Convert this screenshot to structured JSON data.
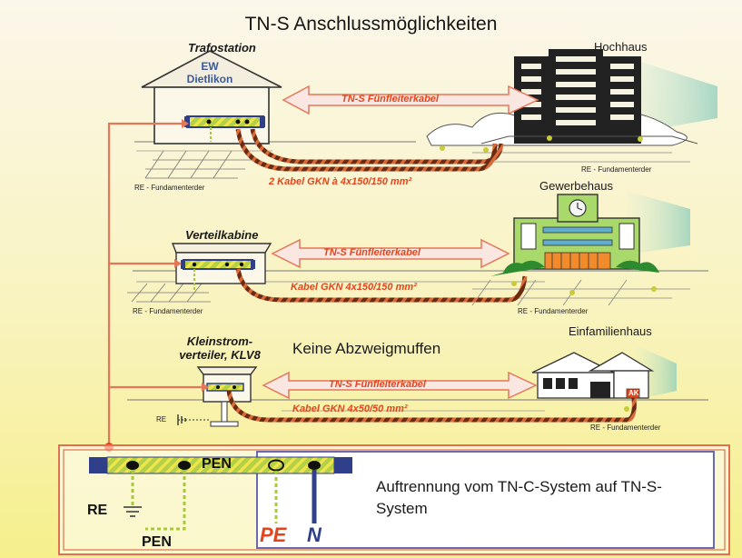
{
  "title": "TN-S Anschlussmöglichkeiten",
  "top": {
    "source_label": "Trafostation",
    "source_sublabel": "EW Dietlikon",
    "target_label": "Hochhaus",
    "arrow_text": "TN-S Fünfleiterkabel",
    "cable_text": "2 Kabel GKN à 4x150/150 mm²",
    "earth_left": "RE - Fundamenterder",
    "earth_right": "RE - Fundamenterder"
  },
  "middle": {
    "source_label": "Verteilkabine",
    "target_label": "Gewerbehaus",
    "arrow_text": "TN-S Fünfleiterkabel",
    "cable_text": "Kabel GKN 4x150/150 mm²",
    "earth_left": "RE - Fundamenterder",
    "earth_right": "RE - Fundamenterder"
  },
  "bottom": {
    "source_label": "Kleinstrom-verteiler, KLV8",
    "target_label": "Einfamilienhaus",
    "note": "Keine Abzweigmuffen",
    "arrow_text": "TN-S Fünfleiterkabel",
    "cable_text": "Kabel GKN 4x50/50 mm²",
    "earth_left": "RE",
    "earth_right": "RE - Fundamenterder",
    "meter_label": "AK"
  },
  "detail": {
    "pen_label": "PEN",
    "pen_label_bottom": "PEN",
    "re_label": "RE",
    "pe_label": "PE",
    "n_label": "N",
    "description": "Auftrennung vom TN-C-System auf TN-S-System"
  },
  "colors": {
    "background_top": "#fbf6e6",
    "background_bottom": "#f7f19c",
    "accent_orange": "#e2451c",
    "line_blue": "#2f3f8a",
    "stripe_green": "#a8c93c",
    "stripe_yellow": "#e8e04a",
    "building_green": "#9fd060",
    "frame_orange": "#e07050"
  }
}
